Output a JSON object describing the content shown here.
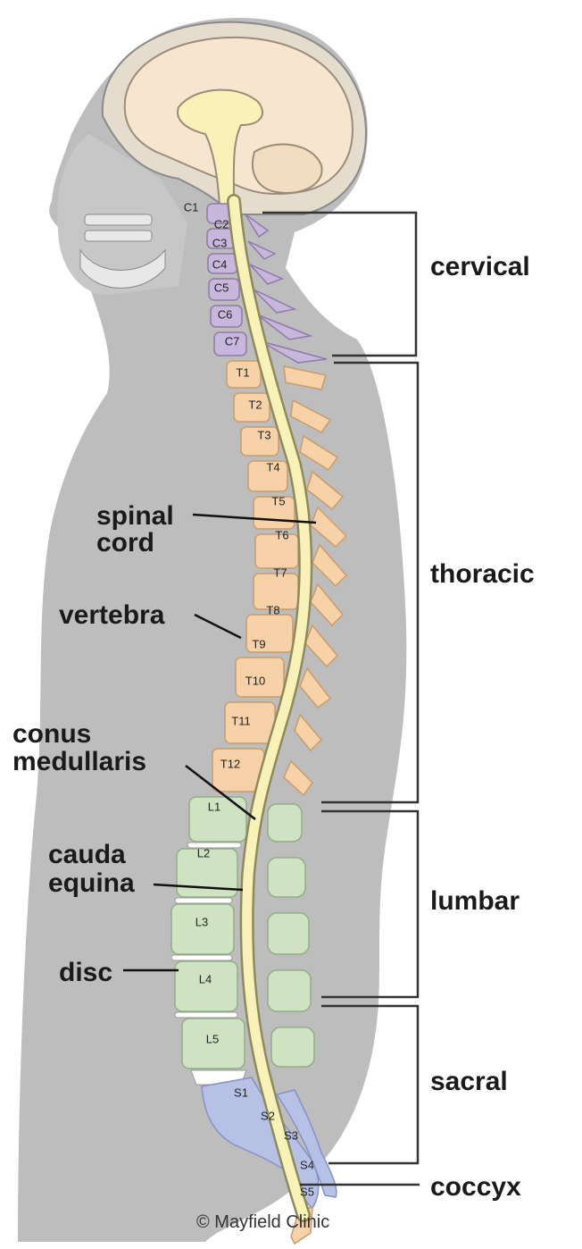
{
  "labels": {
    "spinal_cord_1": "spinal",
    "spinal_cord_2": "cord",
    "vertebra": "vertebra",
    "conus_1": "conus",
    "conus_2": "medullaris",
    "cauda_1": "cauda",
    "cauda_2": "equina",
    "disc": "disc"
  },
  "regions": {
    "cervical": "cervical",
    "thoracic": "thoracic",
    "lumbar": "lumbar",
    "sacral": "sacral",
    "coccyx": "coccyx"
  },
  "vertebrae": {
    "cervical": [
      "C1",
      "C2",
      "C3",
      "C4",
      "C5",
      "C6",
      "C7"
    ],
    "thoracic": [
      "T1",
      "T2",
      "T3",
      "T4",
      "T5",
      "T6",
      "T7",
      "T8",
      "T9",
      "T10",
      "T11",
      "T12"
    ],
    "lumbar": [
      "L1",
      "L2",
      "L3",
      "L4",
      "L5"
    ],
    "sacral": [
      "S1",
      "S2",
      "S3",
      "S4",
      "S5"
    ]
  },
  "credit": "© Mayfield Clinic",
  "colors": {
    "body_silhouette": "#bdbdbd",
    "brain": "#f6e6cf",
    "cervical": "#c9b6dc",
    "thoracic": "#f7d2a8",
    "lumbar": "#cfe3c3",
    "sacral": "#b7c1e6",
    "spinal_cord": "#f8f1b8"
  }
}
